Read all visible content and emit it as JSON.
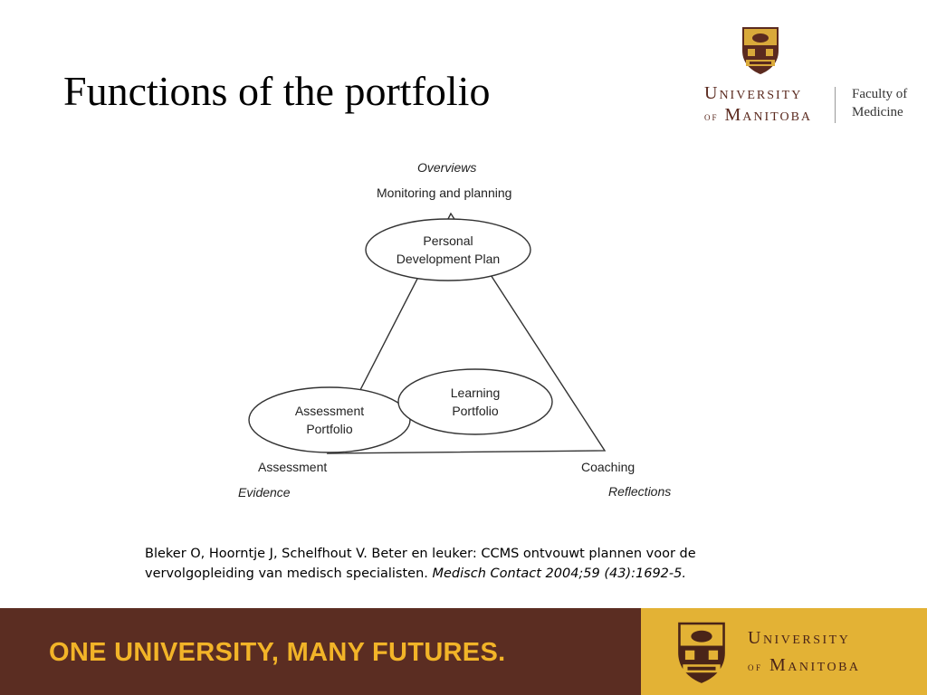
{
  "slide": {
    "title": "Functions of the portfolio"
  },
  "header_logo": {
    "university_line1": "University",
    "university_line2_prefix": "of",
    "university_line2": "Manitoba",
    "faculty_line1": "Faculty of",
    "faculty_line2": "Medicine",
    "crest_color": "#5b2a1f",
    "crest_gold": "#d9a93a"
  },
  "diagram": {
    "top_label_italic": "Overviews",
    "top_label": "Monitoring and planning",
    "node_top_line1": "Personal",
    "node_top_line2": "Development Plan",
    "node_left_line1": "Assessment",
    "node_left_line2": "Portfolio",
    "node_right_line1": "Learning",
    "node_right_line2": "Portfolio",
    "bottom_left_label": "Assessment",
    "bottom_left_italic": "Evidence",
    "bottom_right_label": "Coaching",
    "bottom_right_italic": "Reflections"
  },
  "citation": {
    "text": "Bleker O, Hoorntje J, Schelfhout V. Beter en leuker: CCMS ontvouwt plannen voor de vervolgopleiding van medisch specialisten.",
    "journal": "Medisch Contact 2004;59 (43):1692-5."
  },
  "footer": {
    "slogan": "ONE UNIVERSITY, MANY FUTURES.",
    "university_line1": "University",
    "university_line2_prefix": "of",
    "university_line2": "Manitoba",
    "brown": "#5b2d22",
    "gold": "#e3b235",
    "slogan_color": "#f2b428"
  }
}
